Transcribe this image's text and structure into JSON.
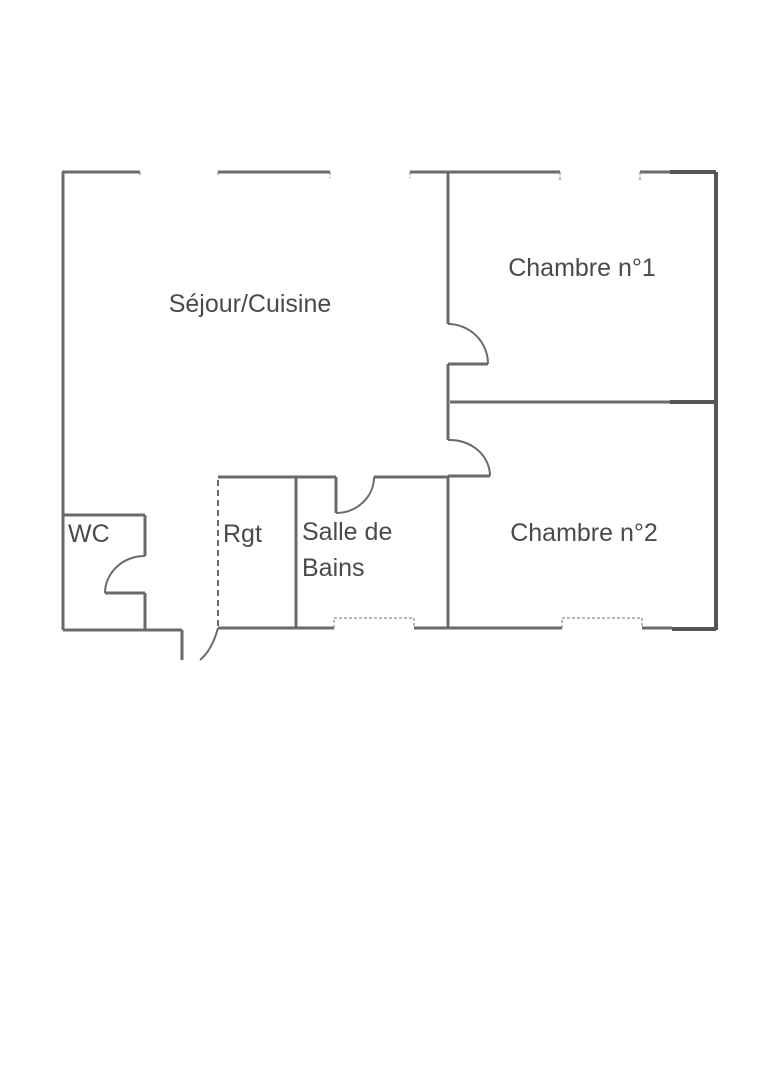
{
  "plan": {
    "type": "floor-plan",
    "colors": {
      "wall": "#6a6a6a",
      "text": "#4a4a4a",
      "background": "#ffffff"
    },
    "rooms": [
      {
        "id": "sejour",
        "label": "Séjour/Cuisine"
      },
      {
        "id": "chambre1",
        "label": "Chambre n°1"
      },
      {
        "id": "chambre2",
        "label": "Chambre n°2"
      },
      {
        "id": "wc",
        "label": "WC"
      },
      {
        "id": "rgt",
        "label": "Rgt"
      },
      {
        "id": "sdb",
        "label_line1": "Salle de",
        "label_line2": "Bains"
      }
    ]
  }
}
